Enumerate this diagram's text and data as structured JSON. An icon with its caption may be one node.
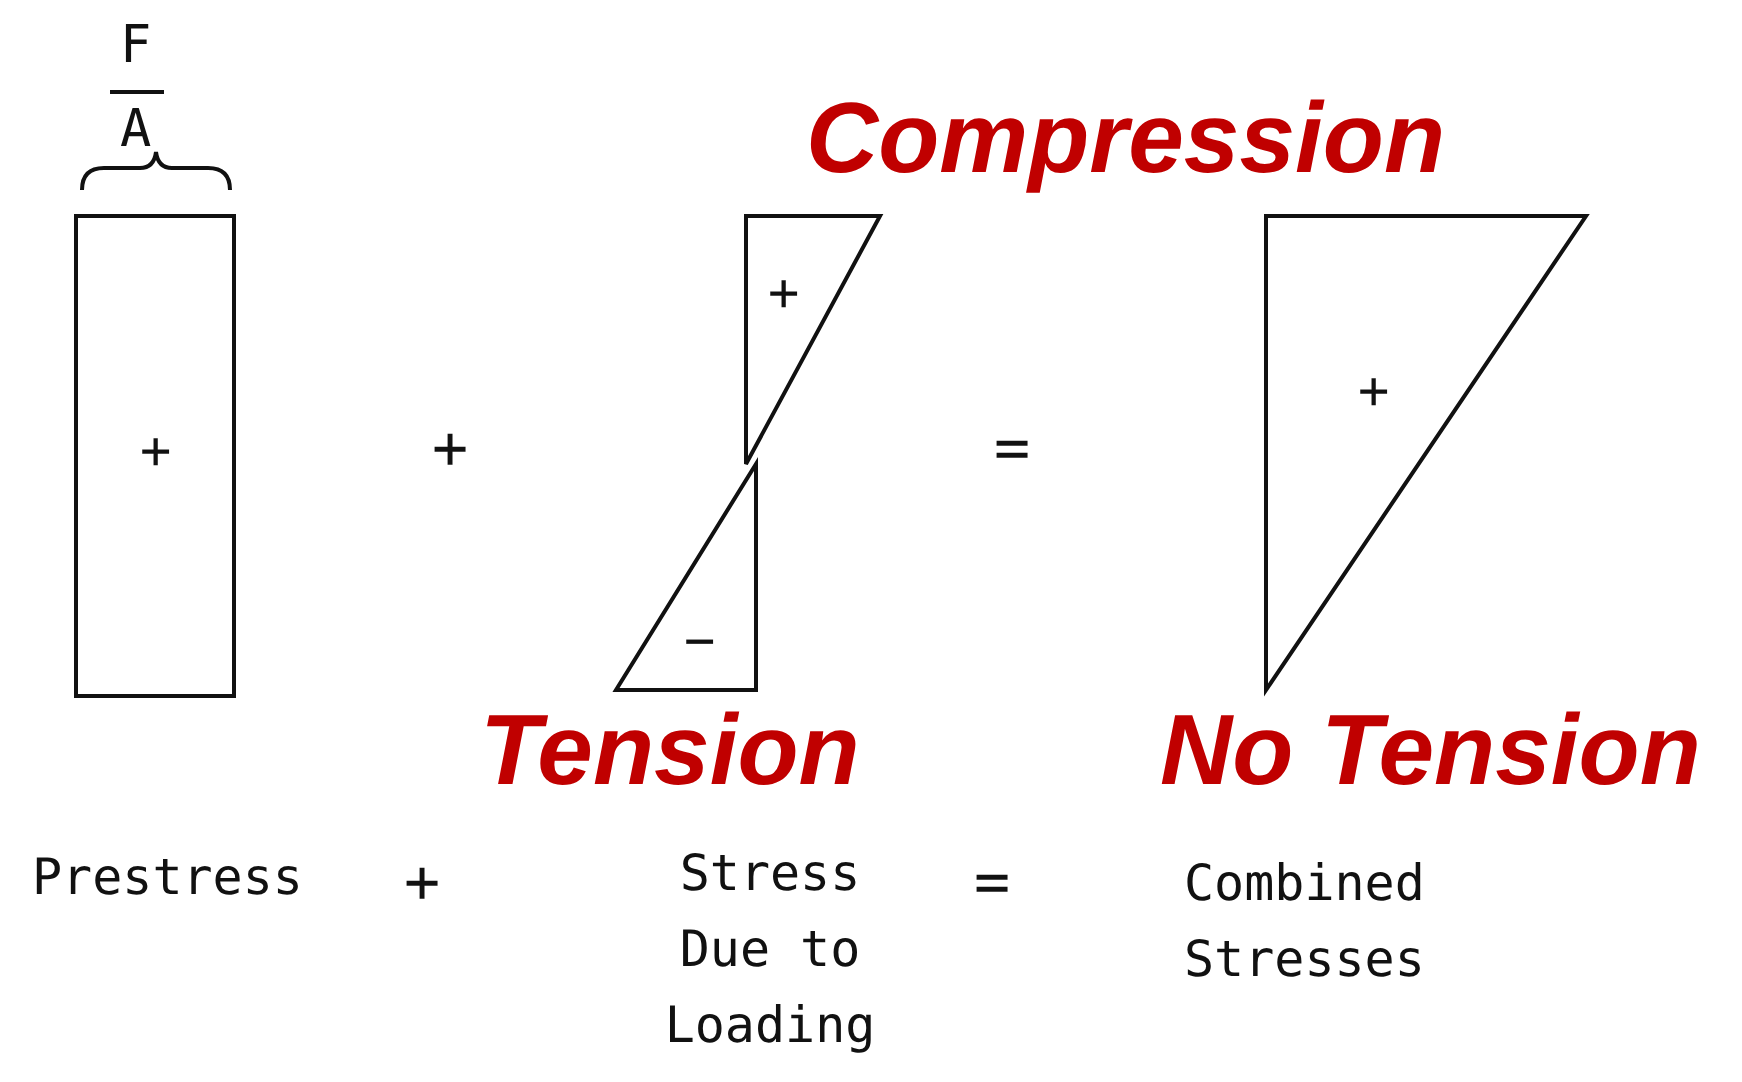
{
  "diagram": {
    "nodes": [
      {
        "text": [
          "+"
        ]
      },
      {
        "text": [
          "+"
        ]
      },
      {
        "text": [
          "−"
        ]
      },
      {
        "text": [
          "+"
        ]
      }
    ],
    "labels": [
      "F",
      "A",
      "Compression",
      "+",
      "=",
      "Tension",
      "No Tension",
      "Prestress",
      "+",
      "Stress Due to Loading",
      "=",
      "Combined Stresses"
    ]
  }
}
